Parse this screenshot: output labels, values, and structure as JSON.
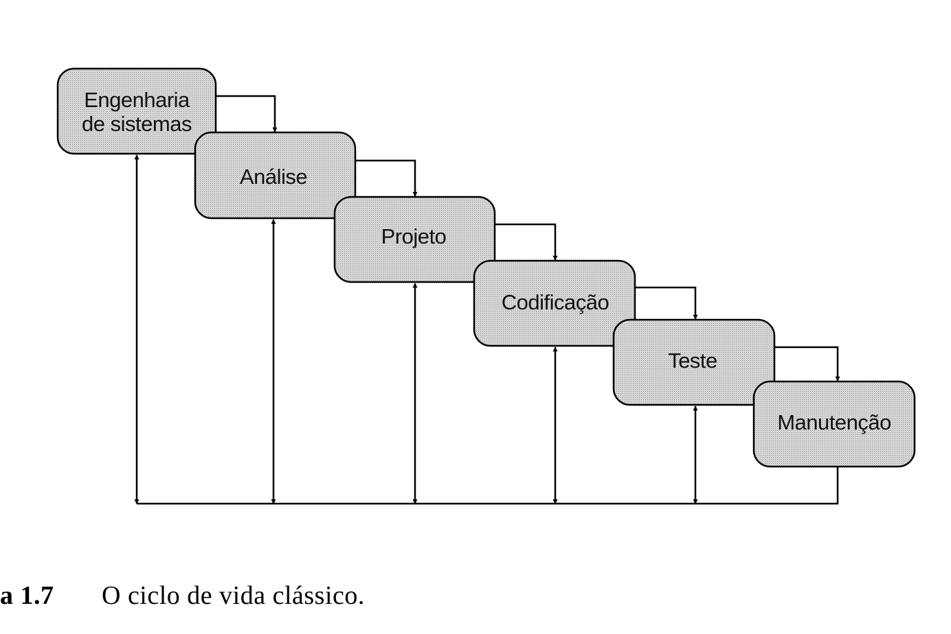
{
  "diagram": {
    "stages": [
      {
        "id": "engenharia",
        "lines": [
          "Engenharia",
          "de sistemas"
        ]
      },
      {
        "id": "analise",
        "lines": [
          "Análise"
        ]
      },
      {
        "id": "projeto",
        "lines": [
          "Projeto"
        ]
      },
      {
        "id": "codificacao",
        "lines": [
          "Codificação"
        ]
      },
      {
        "id": "teste",
        "lines": [
          "Teste"
        ]
      },
      {
        "id": "manutencao",
        "lines": [
          "Manutenção"
        ]
      }
    ],
    "flow": [
      {
        "from": "engenharia",
        "to": "analise"
      },
      {
        "from": "analise",
        "to": "projeto"
      },
      {
        "from": "projeto",
        "to": "codificacao"
      },
      {
        "from": "codificacao",
        "to": "teste"
      },
      {
        "from": "teste",
        "to": "manutencao"
      }
    ],
    "feedback": {
      "from": "manutencao",
      "to": [
        "engenharia",
        "analise",
        "projeto",
        "codificacao",
        "teste"
      ],
      "bidirectional": true
    }
  },
  "caption": {
    "number": "a 1.7",
    "text": "O ciclo de vida clássico."
  }
}
